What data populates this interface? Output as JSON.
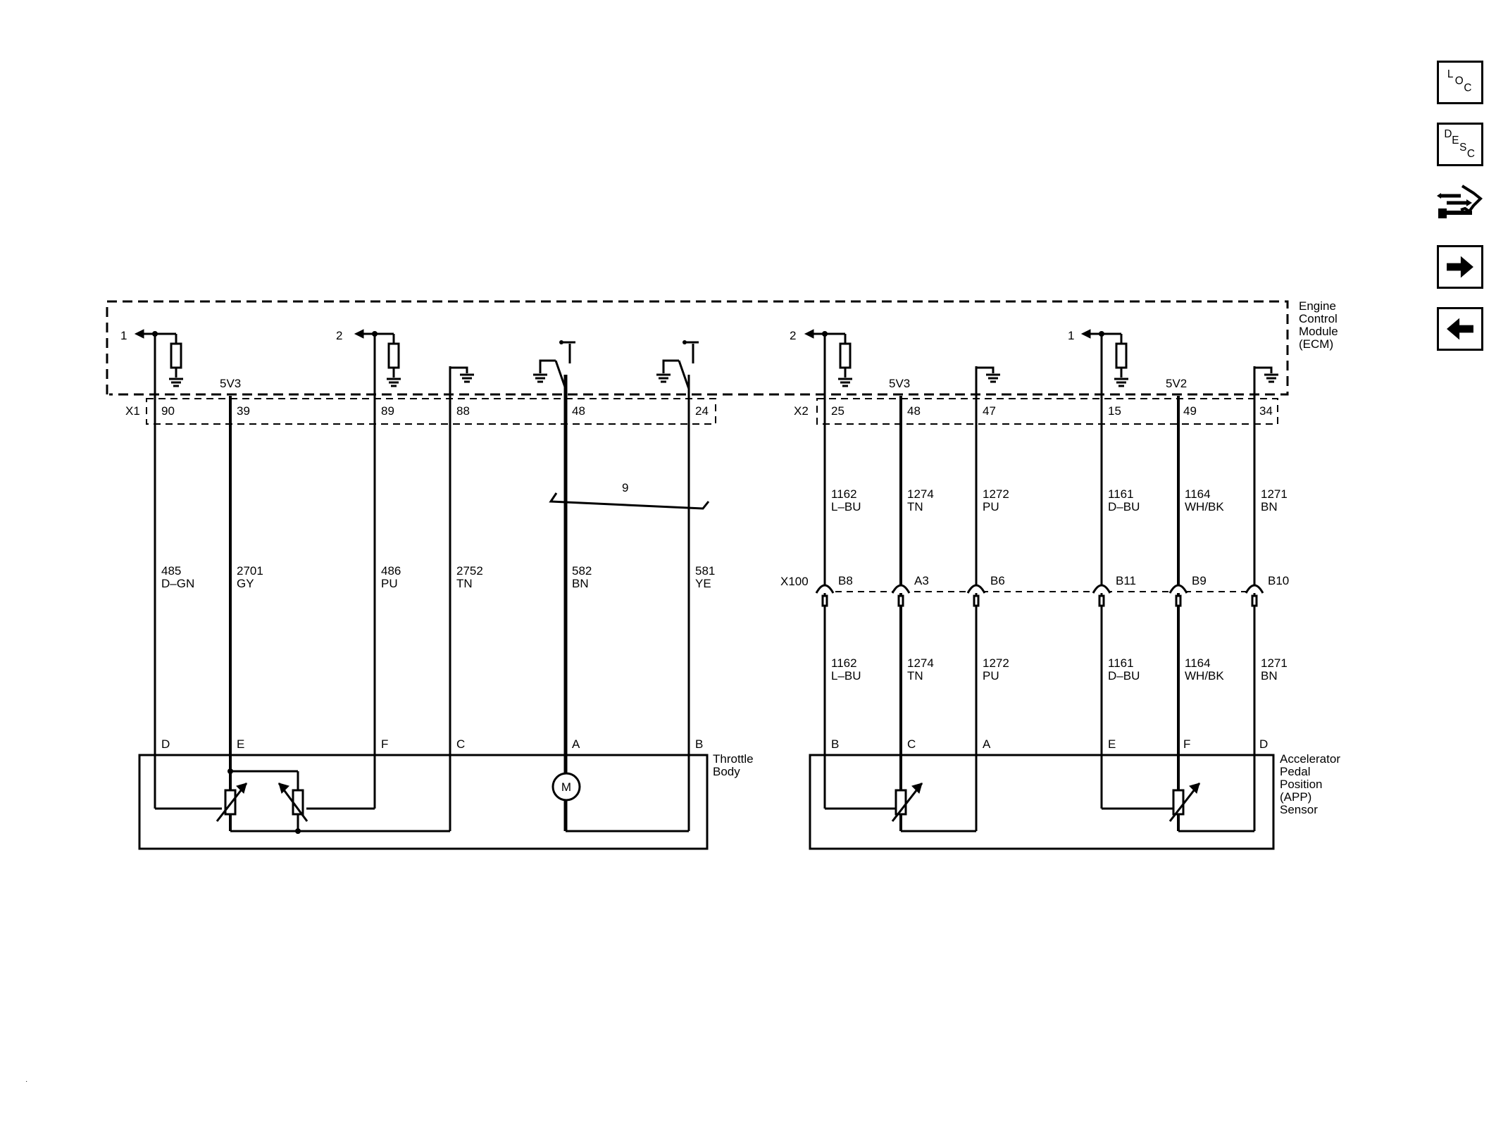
{
  "ecm": {
    "name_lines": [
      "Engine",
      "Control",
      "Module",
      "(ECM)"
    ],
    "ref_x1_top": "1",
    "ref_x1_mid": "2",
    "ref_x2_left": "2",
    "ref_x2_right": "1",
    "supply_x1": "5V3",
    "supply_x2_left": "5V3",
    "supply_x2_right": "5V2"
  },
  "connectors": {
    "x1": {
      "name": "X1",
      "pins": [
        "90",
        "39",
        "89",
        "88",
        "48",
        "24"
      ]
    },
    "x2": {
      "name": "X2",
      "pins": [
        "25",
        "48",
        "47",
        "15",
        "49",
        "34"
      ]
    },
    "x100": {
      "name": "X100",
      "pins": [
        "B8",
        "A3",
        "B6",
        "B11",
        "B9",
        "B10"
      ]
    }
  },
  "wires_x1": [
    {
      "circuit": "485",
      "color": "D–GN"
    },
    {
      "circuit": "2701",
      "color": "GY"
    },
    {
      "circuit": "486",
      "color": "PU"
    },
    {
      "circuit": "2752",
      "color": "TN"
    },
    {
      "circuit": "582",
      "color": "BN"
    },
    {
      "circuit": "581",
      "color": "YE"
    }
  ],
  "wires_x2_upper": [
    {
      "circuit": "1162",
      "color": "L–BU"
    },
    {
      "circuit": "1274",
      "color": "TN"
    },
    {
      "circuit": "1272",
      "color": "PU"
    },
    {
      "circuit": "1161",
      "color": "D–BU"
    },
    {
      "circuit": "1164",
      "color": "WH/BK"
    },
    {
      "circuit": "1271",
      "color": "BN"
    }
  ],
  "wires_x2_lower": [
    {
      "circuit": "1162",
      "color": "L–BU"
    },
    {
      "circuit": "1274",
      "color": "TN"
    },
    {
      "circuit": "1272",
      "color": "PU"
    },
    {
      "circuit": "1161",
      "color": "D–BU"
    },
    {
      "circuit": "1164",
      "color": "WH/BK"
    },
    {
      "circuit": "1271",
      "color": "BN"
    }
  ],
  "twisted_pair_label": "9",
  "throttle_body": {
    "name_lines": [
      "Throttle",
      "Body"
    ],
    "pins": [
      "D",
      "E",
      "F",
      "C",
      "A",
      "B"
    ],
    "motor_label": "M"
  },
  "app_sensor": {
    "name_lines": [
      "Accelerator",
      "Pedal",
      "Position",
      "(APP)",
      "Sensor"
    ],
    "pins": [
      "B",
      "C",
      "A",
      "E",
      "F",
      "D"
    ]
  },
  "nav": {
    "loc_letters": [
      "L",
      "O",
      "C"
    ],
    "desc_letters": [
      "D",
      "E",
      "S",
      "C"
    ],
    "loc_icon": "loc-icon",
    "desc_icon": "desc-icon",
    "connector_icon": "connector-tool-icon",
    "next_icon": "arrow-right-icon",
    "prev_icon": "arrow-left-icon"
  }
}
